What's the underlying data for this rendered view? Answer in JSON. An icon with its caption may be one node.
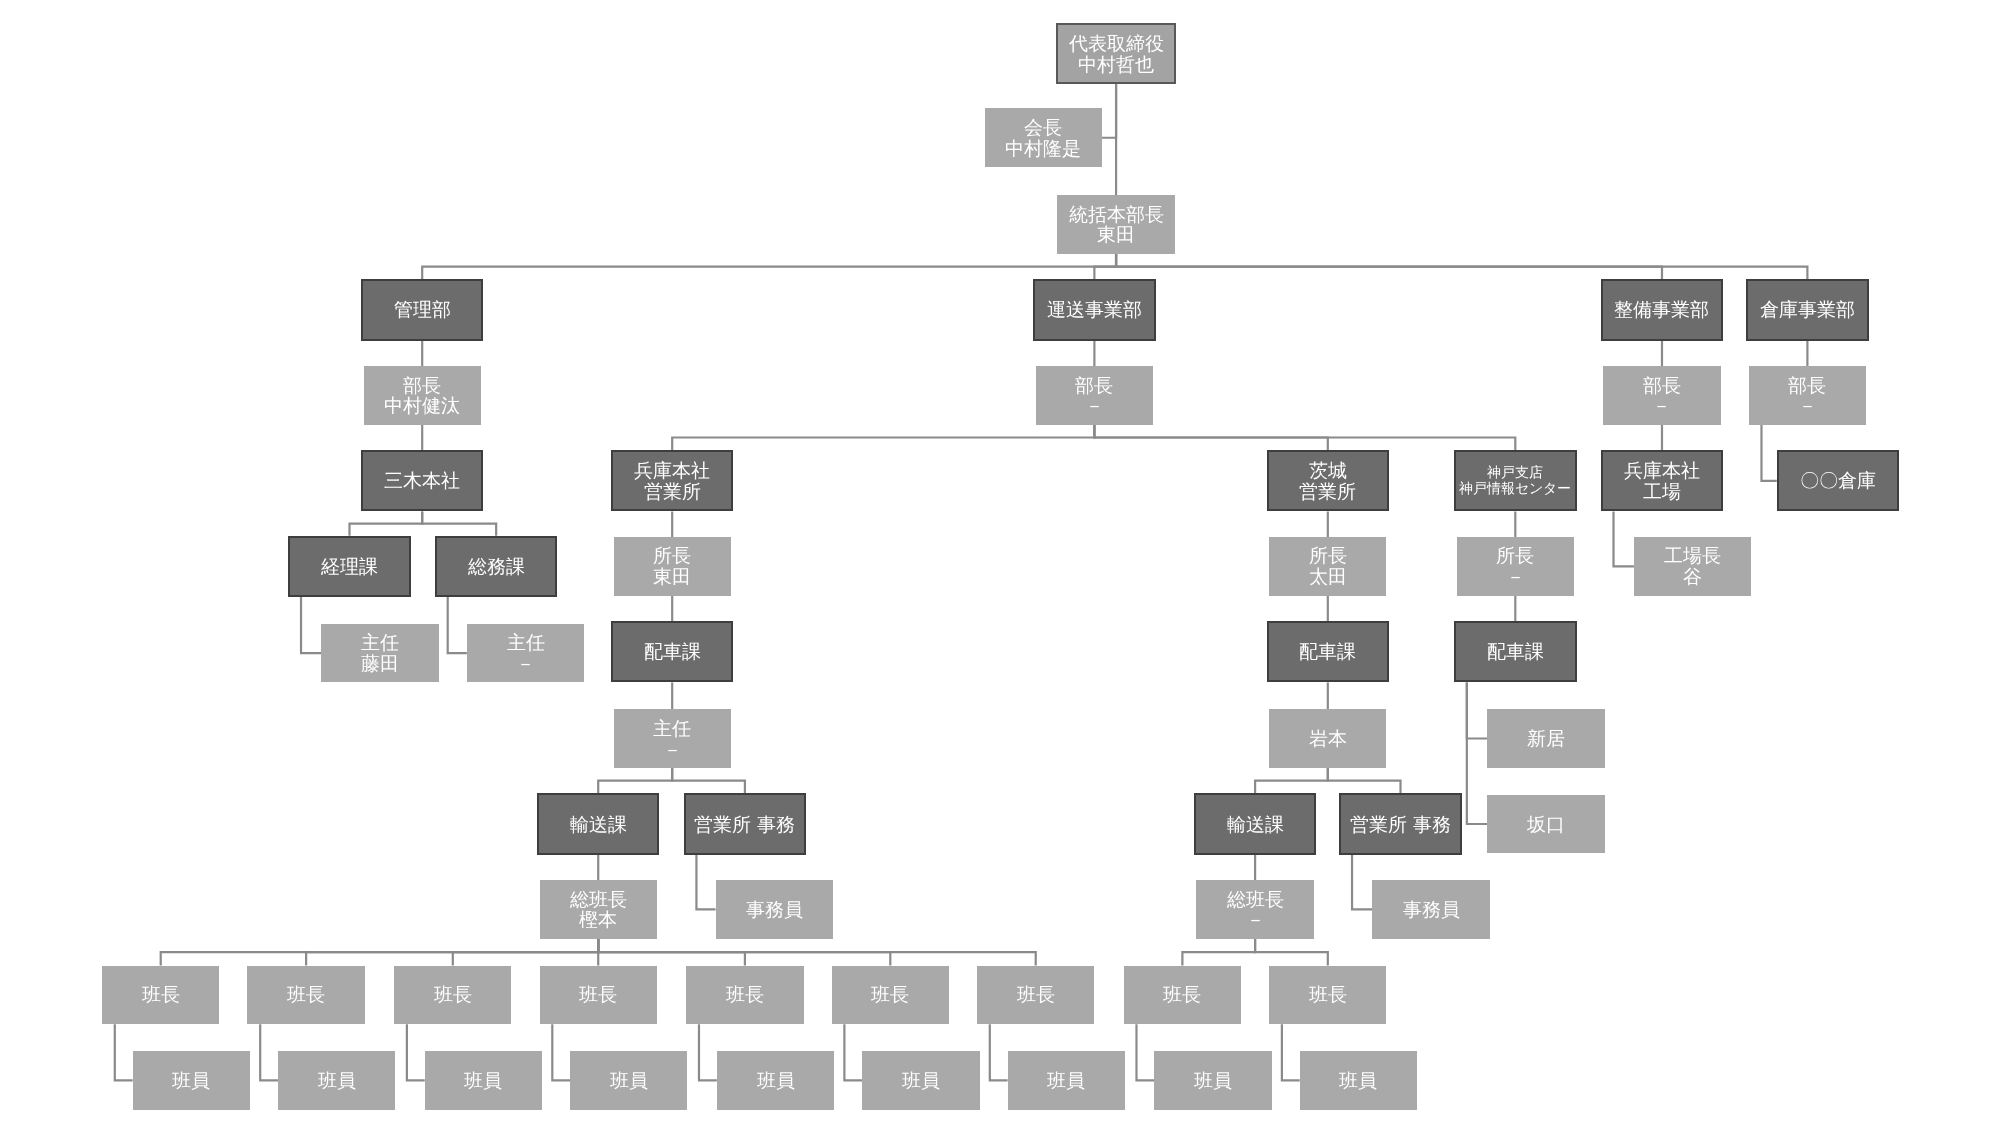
{
  "diagram": {
    "nodes": [
      {
        "text": [
          "代表取締役",
          "中村哲也"
        ]
      },
      {
        "text": [
          "会長",
          "中村隆是"
        ]
      },
      {
        "text": [
          "統括本部長",
          "東田"
        ]
      },
      {
        "text": [
          "管理部"
        ]
      },
      {
        "text": [
          "運送事業部"
        ]
      },
      {
        "text": [
          "整備事業部"
        ]
      },
      {
        "text": [
          "倉庫事業部"
        ]
      },
      {
        "text": [
          "部長",
          "中村健汰"
        ]
      },
      {
        "text": [
          "部長",
          "－"
        ]
      },
      {
        "text": [
          "部長",
          "－"
        ]
      },
      {
        "text": [
          "部長",
          "－"
        ]
      },
      {
        "text": [
          "三木本社"
        ]
      },
      {
        "text": [
          "兵庫本社",
          "営業所"
        ]
      },
      {
        "text": [
          "茨城",
          "営業所"
        ]
      },
      {
        "text": [
          "神戸支店",
          "神戸情報センター"
        ]
      },
      {
        "text": [
          "兵庫本社",
          "工場"
        ]
      },
      {
        "text": [
          "〇〇倉庫"
        ]
      },
      {
        "text": [
          "経理課"
        ]
      },
      {
        "text": [
          "総務課"
        ]
      },
      {
        "text": [
          "所長",
          "東田"
        ]
      },
      {
        "text": [
          "所長",
          "太田"
        ]
      },
      {
        "text": [
          "所長",
          "－"
        ]
      },
      {
        "text": [
          "工場長",
          "谷"
        ]
      },
      {
        "text": [
          "主任",
          "藤田"
        ]
      },
      {
        "text": [
          "主任",
          "－"
        ]
      },
      {
        "text": [
          "配車課"
        ]
      },
      {
        "text": [
          "配車課"
        ]
      },
      {
        "text": [
          "配車課"
        ]
      },
      {
        "text": [
          "主任",
          "－"
        ]
      },
      {
        "text": [
          "岩本"
        ]
      },
      {
        "text": [
          "新居"
        ]
      },
      {
        "text": [
          "輸送課"
        ]
      },
      {
        "text": [
          "営業所 事務"
        ]
      },
      {
        "text": [
          "輸送課"
        ]
      },
      {
        "text": [
          "営業所 事務"
        ]
      },
      {
        "text": [
          "坂口"
        ]
      },
      {
        "text": [
          "総班長",
          "樫本"
        ]
      },
      {
        "text": [
          "事務員"
        ]
      },
      {
        "text": [
          "総班長",
          "－"
        ]
      },
      {
        "text": [
          "事務員"
        ]
      },
      {
        "text": [
          "班長"
        ]
      },
      {
        "text": [
          "班長"
        ]
      },
      {
        "text": [
          "班長"
        ]
      },
      {
        "text": [
          "班長"
        ]
      },
      {
        "text": [
          "班長"
        ]
      },
      {
        "text": [
          "班長"
        ]
      },
      {
        "text": [
          "班長"
        ]
      },
      {
        "text": [
          "班長"
        ]
      },
      {
        "text": [
          "班長"
        ]
      },
      {
        "text": [
          "班員"
        ]
      },
      {
        "text": [
          "班員"
        ]
      },
      {
        "text": [
          "班員"
        ]
      },
      {
        "text": [
          "班員"
        ]
      },
      {
        "text": [
          "班員"
        ]
      },
      {
        "text": [
          "班員"
        ]
      },
      {
        "text": [
          "班員"
        ]
      },
      {
        "text": [
          "班員"
        ]
      },
      {
        "text": [
          "班員"
        ]
      }
    ],
    "edges": [
      {
        "from": 0,
        "to": 2,
        "arrow": "none"
      },
      {
        "from": 0,
        "to": 1,
        "arrow": "none"
      },
      {
        "from": 2,
        "to": 3,
        "arrow": "none"
      },
      {
        "from": 2,
        "to": 4,
        "arrow": "none"
      },
      {
        "from": 2,
        "to": 5,
        "arrow": "none"
      },
      {
        "from": 2,
        "to": 6,
        "arrow": "none"
      },
      {
        "from": 3,
        "to": 7,
        "arrow": "none"
      },
      {
        "from": 4,
        "to": 8,
        "arrow": "none"
      },
      {
        "from": 5,
        "to": 9,
        "arrow": "none"
      },
      {
        "from": 6,
        "to": 10,
        "arrow": "none"
      },
      {
        "from": 7,
        "to": 11,
        "arrow": "none"
      },
      {
        "from": 8,
        "to": 12,
        "arrow": "none"
      },
      {
        "from": 8,
        "to": 13,
        "arrow": "none"
      },
      {
        "from": 8,
        "to": 14,
        "arrow": "none"
      },
      {
        "from": 9,
        "to": 15,
        "arrow": "none"
      },
      {
        "from": 10,
        "to": 16,
        "arrow": "none"
      },
      {
        "from": 11,
        "to": 17,
        "arrow": "none"
      },
      {
        "from": 11,
        "to": 18,
        "arrow": "none"
      },
      {
        "from": 12,
        "to": 19,
        "arrow": "none"
      },
      {
        "from": 13,
        "to": 20,
        "arrow": "none"
      },
      {
        "from": 14,
        "to": 21,
        "arrow": "none"
      },
      {
        "from": 15,
        "to": 22,
        "arrow": "none"
      },
      {
        "from": 17,
        "to": 23,
        "arrow": "none"
      },
      {
        "from": 18,
        "to": 24,
        "arrow": "none"
      },
      {
        "from": 19,
        "to": 25,
        "arrow": "none"
      },
      {
        "from": 20,
        "to": 26,
        "arrow": "none"
      },
      {
        "from": 21,
        "to": 27,
        "arrow": "none"
      },
      {
        "from": 25,
        "to": 28,
        "arrow": "none"
      },
      {
        "from": 26,
        "to": 29,
        "arrow": "none"
      },
      {
        "from": 27,
        "to": 30,
        "arrow": "none"
      },
      {
        "from": 27,
        "to": 35,
        "arrow": "none"
      },
      {
        "from": 28,
        "to": 31,
        "arrow": "none"
      },
      {
        "from": 28,
        "to": 32,
        "arrow": "none"
      },
      {
        "from": 29,
        "to": 33,
        "arrow": "none"
      },
      {
        "from": 29,
        "to": 34,
        "arrow": "none"
      },
      {
        "from": 31,
        "to": 36,
        "arrow": "none"
      },
      {
        "from": 32,
        "to": 37,
        "arrow": "none"
      },
      {
        "from": 33,
        "to": 38,
        "arrow": "none"
      },
      {
        "from": 34,
        "to": 39,
        "arrow": "none"
      },
      {
        "from": 36,
        "to": 40,
        "arrow": "none"
      },
      {
        "from": 36,
        "to": 41,
        "arrow": "none"
      },
      {
        "from": 36,
        "to": 42,
        "arrow": "none"
      },
      {
        "from": 36,
        "to": 43,
        "arrow": "none"
      },
      {
        "from": 36,
        "to": 44,
        "arrow": "none"
      },
      {
        "from": 36,
        "to": 45,
        "arrow": "none"
      },
      {
        "from": 36,
        "to": 46,
        "arrow": "none"
      },
      {
        "from": 38,
        "to": 47,
        "arrow": "none"
      },
      {
        "from": 38,
        "to": 48,
        "arrow": "none"
      },
      {
        "from": 40,
        "to": 49,
        "arrow": "none"
      },
      {
        "from": 41,
        "to": 50,
        "arrow": "none"
      },
      {
        "from": 42,
        "to": 51,
        "arrow": "none"
      },
      {
        "from": 43,
        "to": 52,
        "arrow": "none"
      },
      {
        "from": 44,
        "to": 53,
        "arrow": "none"
      },
      {
        "from": 45,
        "to": 54,
        "arrow": "none"
      },
      {
        "from": 46,
        "to": 55,
        "arrow": "none"
      },
      {
        "from": 47,
        "to": 56,
        "arrow": "none"
      },
      {
        "from": 48,
        "to": 57,
        "arrow": "none"
      }
    ]
  }
}
